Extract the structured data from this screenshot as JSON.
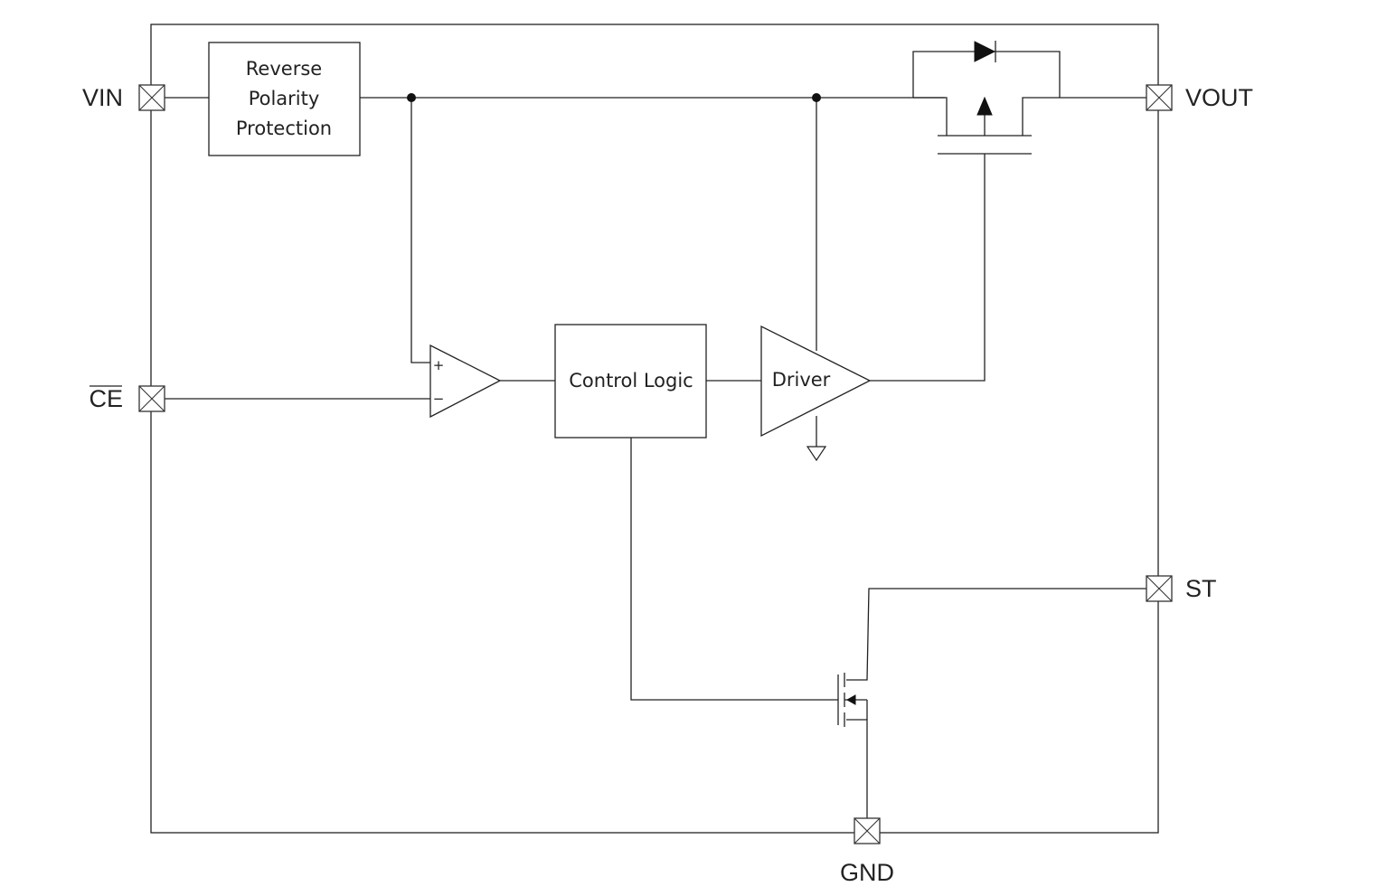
{
  "pins": {
    "vin": "VIN",
    "vout": "VOUT",
    "ce": "CE",
    "st": "ST",
    "gnd": "GND"
  },
  "blocks": {
    "reverse_polarity": [
      "Reverse",
      "Polarity",
      "Protection"
    ],
    "control_logic": "Control Logic",
    "driver": "Driver"
  },
  "comparator": {
    "plus": "+",
    "minus": "−"
  },
  "colors": {
    "line": "#222222",
    "background": "#ffffff"
  }
}
